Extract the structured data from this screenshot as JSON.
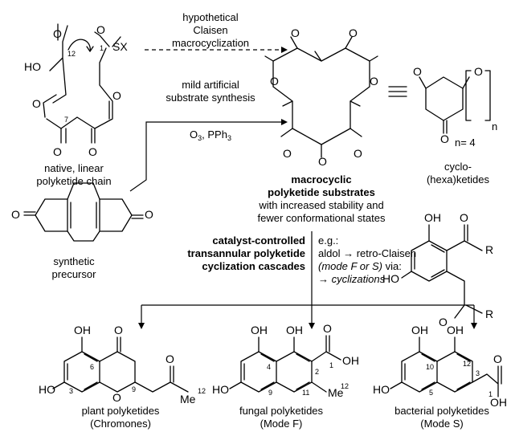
{
  "labels": {
    "hypothetical_1": "hypothetical",
    "hypothetical_2": "Claisen",
    "hypothetical_3": "macrocyclization",
    "mild_1": "mild artificial",
    "mild_2": "substrate synthesis",
    "reagents_a": "O",
    "reagents_sub": "3",
    "reagents_b": ", PPh",
    "reagents_sub2": "3",
    "native_1": "native, linear",
    "native_2": "polyketide chain",
    "precursor_1": "synthetic",
    "precursor_2": "precursor",
    "macro_1": "macrocyclic",
    "macro_2": "polyketide substrates",
    "macro_3": "with increased stability and",
    "macro_4": "fewer conformational states",
    "cyclo_1": "cyclo-",
    "cyclo_2": "(hexa)ketides",
    "n_sub": "n",
    "n_eq": "n= 4",
    "eg": "e.g.:",
    "aldol": "aldol → retro-Claisen",
    "mode": "(mode F or S)",
    "via": "via:",
    "cyclizations": "→ cyclizations",
    "catalyst_1": "catalyst-controlled",
    "catalyst_2": "transannular polyketide",
    "catalyst_3": "cyclization cascades",
    "plant_1": "plant polyketides",
    "plant_2": "(Chromones)",
    "fungal_1": "fungal polyketides",
    "fungal_2": "(Mode F)",
    "bacterial_1": "bacterial polyketides",
    "bacterial_2": "(Mode S)"
  },
  "atoms": {
    "HO": "HO",
    "O": "O",
    "SX": "SX",
    "OH": "OH",
    "R": "R",
    "Me": "Me"
  },
  "numbers": {
    "n1": "1",
    "n2": "2",
    "n3": "3",
    "n4": "4",
    "n5": "5",
    "n6": "6",
    "n7": "7",
    "n9": "9",
    "n10": "10",
    "n11": "11",
    "n12": "12"
  }
}
